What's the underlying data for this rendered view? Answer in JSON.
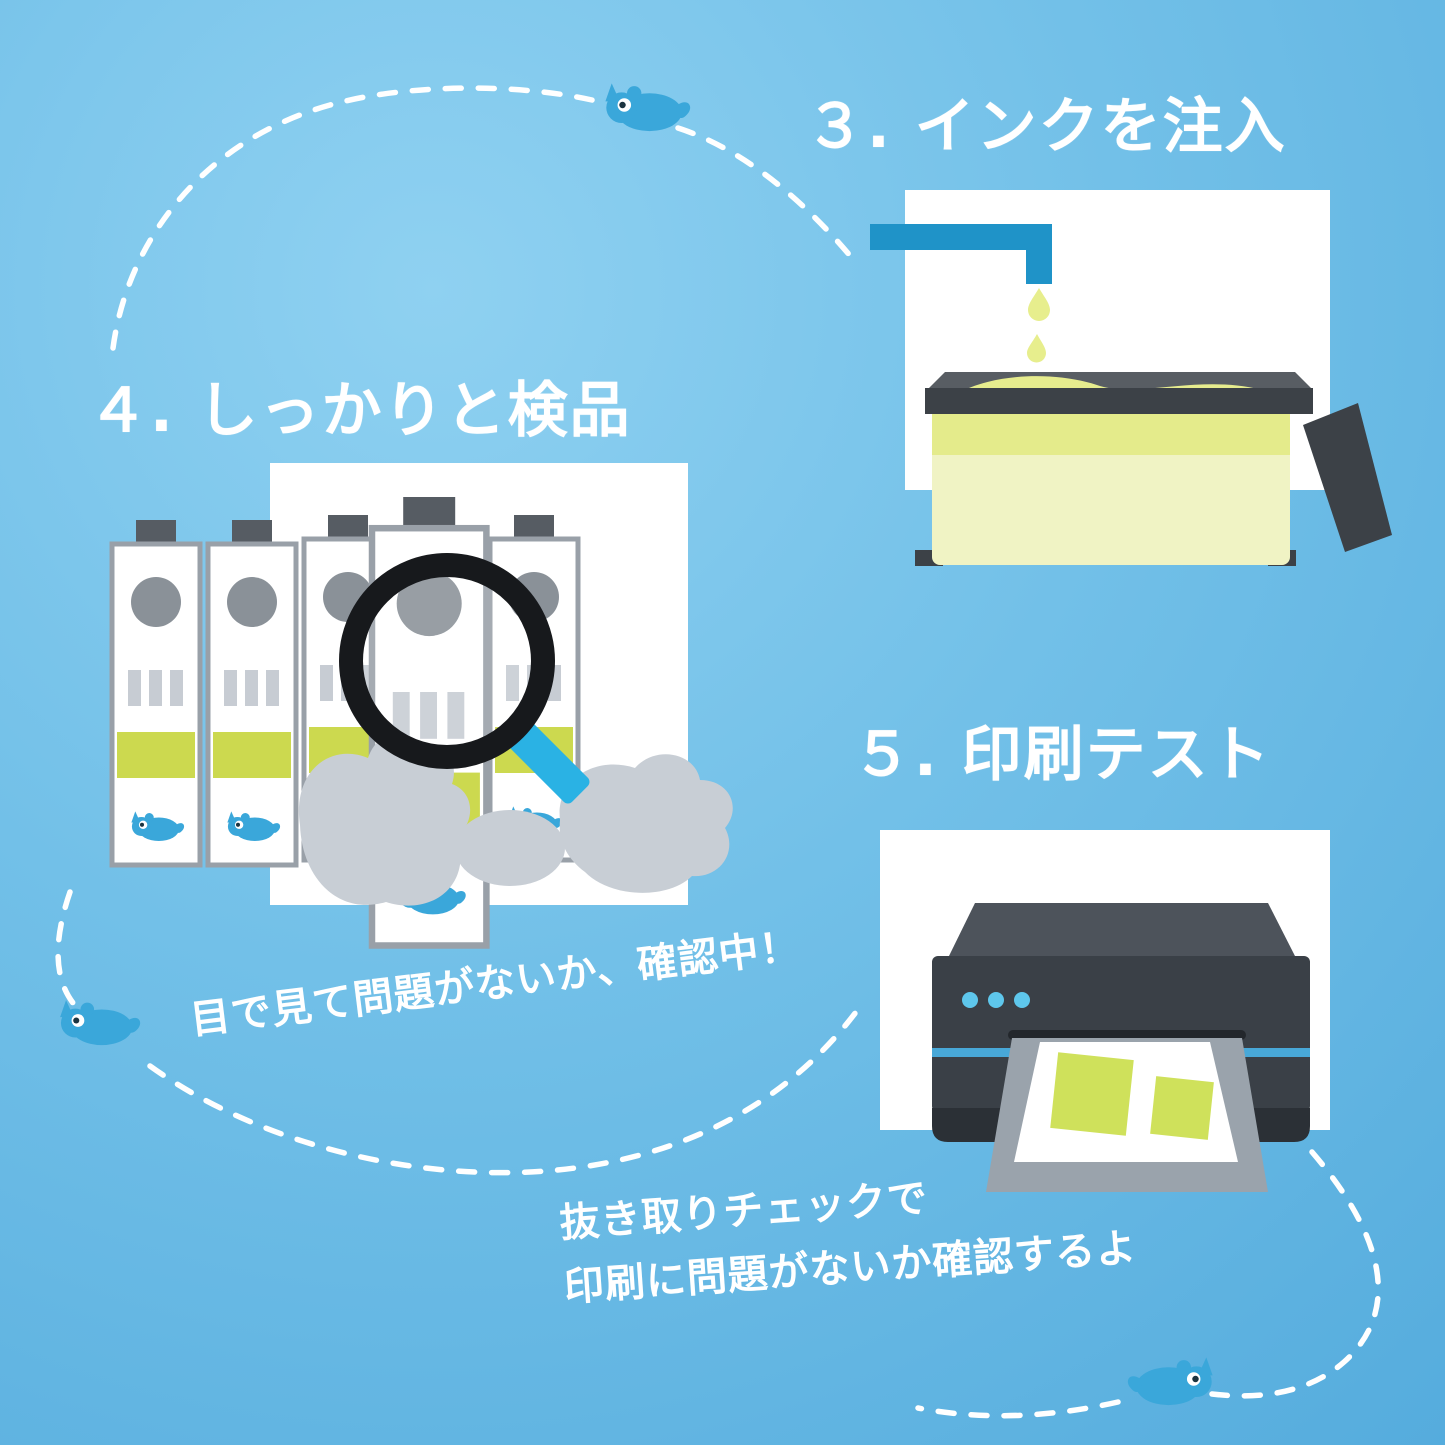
{
  "page": {
    "type": "process-infographic",
    "language": "ja",
    "subject": "ink-cartridge-production-steps"
  },
  "steps": {
    "step3": {
      "title": "３. インクを注入"
    },
    "step4": {
      "title": "４. しっかりと検品",
      "caption": "目で見て問題がないか、確認中！"
    },
    "step5": {
      "title": "５. 印刷テスト",
      "caption_line1": "抜き取りチェックで",
      "caption_line2": "印刷に問題がないか確認するよ"
    }
  },
  "icons": {
    "mascot": "rhino-mascot-icon",
    "magnifier": "magnifier-icon",
    "ink_drop": "ink-drop-icon"
  },
  "palette": {
    "background_light": "#8fd1f1",
    "background_dark": "#55acdd",
    "accent_blue": "#2aa9dd",
    "mascot_blue": "#3aa7da",
    "ink_yellow": "#e6ec8e",
    "pale_yellow": "#f0f3c4",
    "stripe_green": "#ccd94f",
    "dark_gray": "#3c4147",
    "hand_gray": "#c8ced5",
    "text_white": "#ffffff"
  }
}
